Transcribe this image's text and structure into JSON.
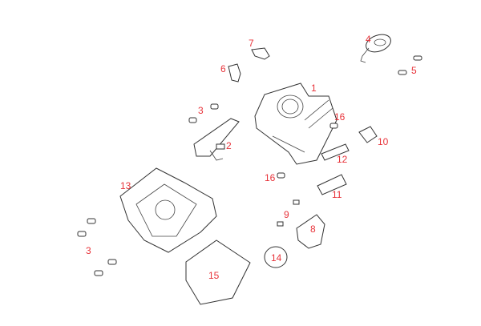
{
  "diagram": {
    "label_color": "#e8333a",
    "callouts": [
      "1",
      "2",
      "3",
      "4",
      "5",
      "6",
      "7",
      "8",
      "9",
      "10",
      "11",
      "12",
      "13",
      "14",
      "15",
      "16",
      "16",
      "3"
    ]
  }
}
